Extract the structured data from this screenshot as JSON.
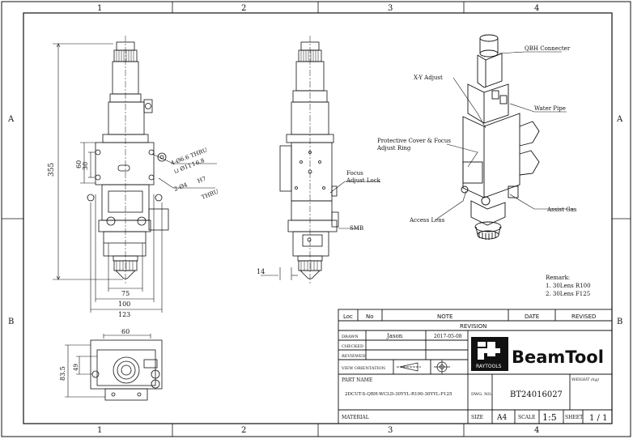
{
  "border": {
    "columns": [
      "1",
      "2",
      "3",
      "4"
    ],
    "rows": [
      "A",
      "B"
    ]
  },
  "front_view": {
    "dims": {
      "height_355": "355",
      "d60": "60",
      "d30": "30",
      "w75": "75",
      "w100": "100",
      "w123": "123",
      "holes1": "4-Ø6.6 THRU",
      "holes1b": "⊔ Ø11↧6.8",
      "holes2": "2-Ø4",
      "holes2b": "H7",
      "holes2c": "THRU"
    }
  },
  "side_view": {
    "labels": {
      "focus1": "Focus",
      "focus2": "Adjust Lock",
      "smb": "SMB",
      "d14": "14"
    }
  },
  "top_view": {
    "dims": {
      "w60": "60",
      "d49": "49",
      "d83": "83.5"
    }
  },
  "iso_view": {
    "labels": {
      "qbh": "QBH Connecter",
      "xy": "X-Y Adjust",
      "water": "Water Pipe",
      "protect1": "Protective Cover & Focus",
      "protect2": "Adjust Ring",
      "access": "Access Lens",
      "assist": "Assist Gas"
    }
  },
  "remark": {
    "title": "Remark:",
    "line1": "1. 30Lens R100",
    "line2": "2. 30Lens F125"
  },
  "title_block": {
    "rev_headers": {
      "loc": "Loc",
      "no": "No",
      "note": "NOTE",
      "date": "DATE",
      "revised": "REVISED"
    },
    "revision": "REVISION",
    "drawn_label": "DRAWN",
    "drawn_by": "Jason",
    "drawn_date": "2017-05-08",
    "checked_label": "CHECKED",
    "reviewed_label": "REVIEWED",
    "view_orientation": "VIEW ORIENTATION",
    "part_name_label": "PART NAME",
    "part_name": "2DCUT-S-QBH-WCLD-30YYL-R100-30YYL-F125",
    "dwg_no_label": "DWG. NO.",
    "dwg_no": "BT24016027",
    "weight_label": "WEIGHT (kg)",
    "material_label": "MATERIAL",
    "size_label": "SIZE",
    "size": "A4",
    "scale_label": "SCALE",
    "scale": "1:5",
    "sheet_label": "SHEET",
    "sheet": "1 / 1",
    "logo_text": "BeamTool",
    "logo_sub": "RAYTOOLS"
  }
}
